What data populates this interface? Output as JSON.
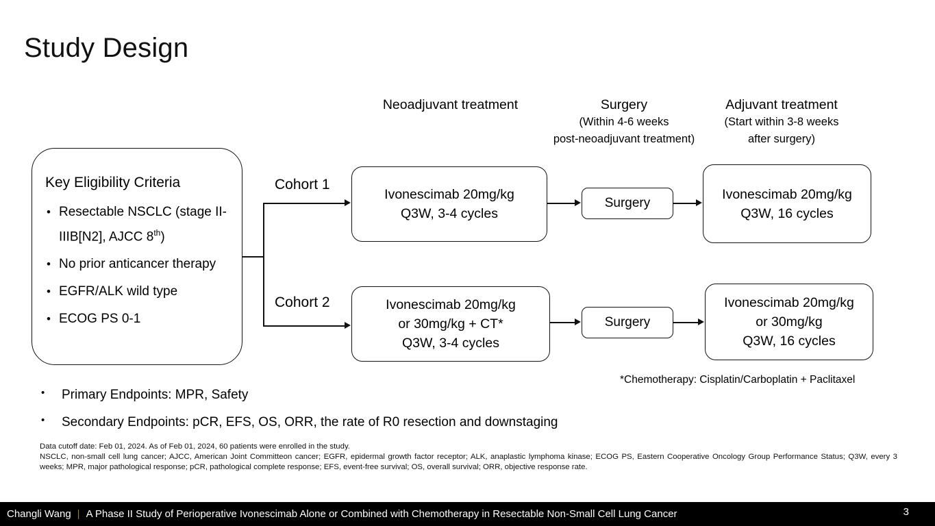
{
  "slide": {
    "title": "Study Design",
    "page_number": "3"
  },
  "column_headers": {
    "neoadjuvant": {
      "main": "Neoadjuvant treatment",
      "sub1": "",
      "sub2": ""
    },
    "surgery": {
      "main": "Surgery",
      "sub1": "(Within 4-6 weeks",
      "sub2": "post-neoadjuvant treatment)"
    },
    "adjuvant": {
      "main": "Adjuvant treatment",
      "sub1": "(Start within 3-8 weeks",
      "sub2": "after surgery)"
    }
  },
  "eligibility": {
    "title": "Key Eligibility Criteria",
    "items_prefix_1": "Resectable NSCLC (stage II-IIIB[N2], AJCC 8",
    "items_suffix_1": ")",
    "items_sup_1": "th",
    "item_2": "No prior anticancer therapy",
    "item_3": "EGFR/ALK wild type",
    "item_4": "ECOG PS 0-1"
  },
  "cohorts": [
    {
      "label": "Cohort 1",
      "neoadjuvant_line1": "Ivonescimab 20mg/kg",
      "neoadjuvant_line2": "Q3W, 3-4 cycles",
      "neoadjuvant_line3": "",
      "surgery": "Surgery",
      "adjuvant_line1": "Ivonescimab 20mg/kg",
      "adjuvant_line2": "Q3W, 16 cycles",
      "adjuvant_line3": ""
    },
    {
      "label": "Cohort 2",
      "neoadjuvant_line1": "Ivonescimab 20mg/kg",
      "neoadjuvant_line2": "or 30mg/kg + CT*",
      "neoadjuvant_line3": "Q3W, 3-4 cycles",
      "surgery": "Surgery",
      "adjuvant_line1": "Ivonescimab 20mg/kg",
      "adjuvant_line2": "or 30mg/kg",
      "adjuvant_line3": "Q3W, 16 cycles"
    }
  ],
  "chemo_note": "*Chemotherapy: Cisplatin/Carboplatin + Paclitaxel",
  "endpoints": {
    "primary": "Primary Endpoints: MPR, Safety",
    "secondary": "Secondary Endpoints: pCR, EFS, OS, ORR, the rate of R0 resection and downstaging"
  },
  "fineprint": {
    "line1": "Data cutoff date: Feb 01, 2024.  As of Feb 01, 2024, 60 patients were enrolled in the study.",
    "line2": "NSCLC, non-small cell lung cancer; AJCC, American Joint Committeon cancer; EGFR, epidermal growth factor receptor; ALK, anaplastic lymphoma kinase; ECOG PS, Eastern Cooperative Oncology Group Performance Status;  Q3W, every 3 weeks; MPR, major pathological response; pCR, pathological complete response; EFS, event-free survival; OS, overall survival; ORR, objective response rate."
  },
  "footer": {
    "author": "Changli Wang",
    "separator": "|",
    "study_title": "A Phase II Study of Perioperative Ivonescimab Alone or Combined with Chemotherapy in Resectable Non-Small Cell Lung Cancer"
  },
  "colors": {
    "footer_bg": "#000000",
    "footer_text": "#ffffff",
    "separator": "#8a7a3c",
    "stroke": "#111111"
  }
}
